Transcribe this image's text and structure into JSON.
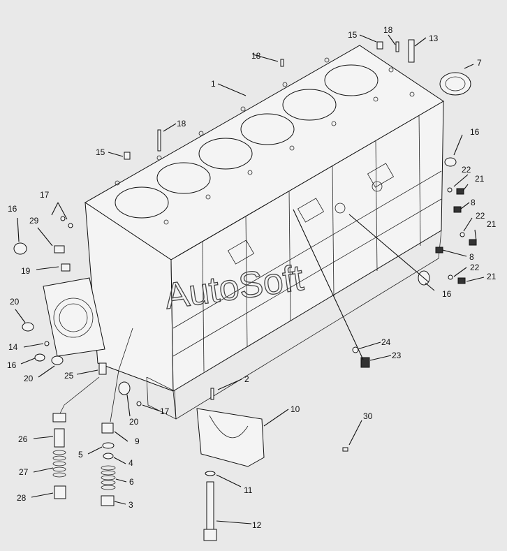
{
  "watermark": "AutoSoft",
  "callouts": [
    {
      "id": "c1",
      "text": "1"
    },
    {
      "id": "c2",
      "text": "2"
    },
    {
      "id": "c3",
      "text": "3"
    },
    {
      "id": "c4",
      "text": "4"
    },
    {
      "id": "c5",
      "text": "5"
    },
    {
      "id": "c6",
      "text": "6"
    },
    {
      "id": "c7",
      "text": "7"
    },
    {
      "id": "c8a",
      "text": "8"
    },
    {
      "id": "c8b",
      "text": "8"
    },
    {
      "id": "c9",
      "text": "9"
    },
    {
      "id": "c10",
      "text": "10"
    },
    {
      "id": "c11",
      "text": "11"
    },
    {
      "id": "c12",
      "text": "12"
    },
    {
      "id": "c13",
      "text": "13"
    },
    {
      "id": "c14",
      "text": "14"
    },
    {
      "id": "c15a",
      "text": "15"
    },
    {
      "id": "c15b",
      "text": "15"
    },
    {
      "id": "c16a",
      "text": "16"
    },
    {
      "id": "c16b",
      "text": "16"
    },
    {
      "id": "c16c",
      "text": "16"
    },
    {
      "id": "c16d",
      "text": "16"
    },
    {
      "id": "c17a",
      "text": "17"
    },
    {
      "id": "c17b",
      "text": "17"
    },
    {
      "id": "c18a",
      "text": "18"
    },
    {
      "id": "c18b",
      "text": "18"
    },
    {
      "id": "c18c",
      "text": "18"
    },
    {
      "id": "c19",
      "text": "19"
    },
    {
      "id": "c20a",
      "text": "20"
    },
    {
      "id": "c20b",
      "text": "20"
    },
    {
      "id": "c20c",
      "text": "20"
    },
    {
      "id": "c21a",
      "text": "21"
    },
    {
      "id": "c21b",
      "text": "21"
    },
    {
      "id": "c21c",
      "text": "21"
    },
    {
      "id": "c22a",
      "text": "22"
    },
    {
      "id": "c22b",
      "text": "22"
    },
    {
      "id": "c22c",
      "text": "22"
    },
    {
      "id": "c23",
      "text": "23"
    },
    {
      "id": "c24",
      "text": "24"
    },
    {
      "id": "c25",
      "text": "25"
    },
    {
      "id": "c26",
      "text": "26"
    },
    {
      "id": "c27",
      "text": "27"
    },
    {
      "id": "c28",
      "text": "28"
    },
    {
      "id": "c29",
      "text": "29"
    },
    {
      "id": "c30",
      "text": "30"
    }
  ]
}
